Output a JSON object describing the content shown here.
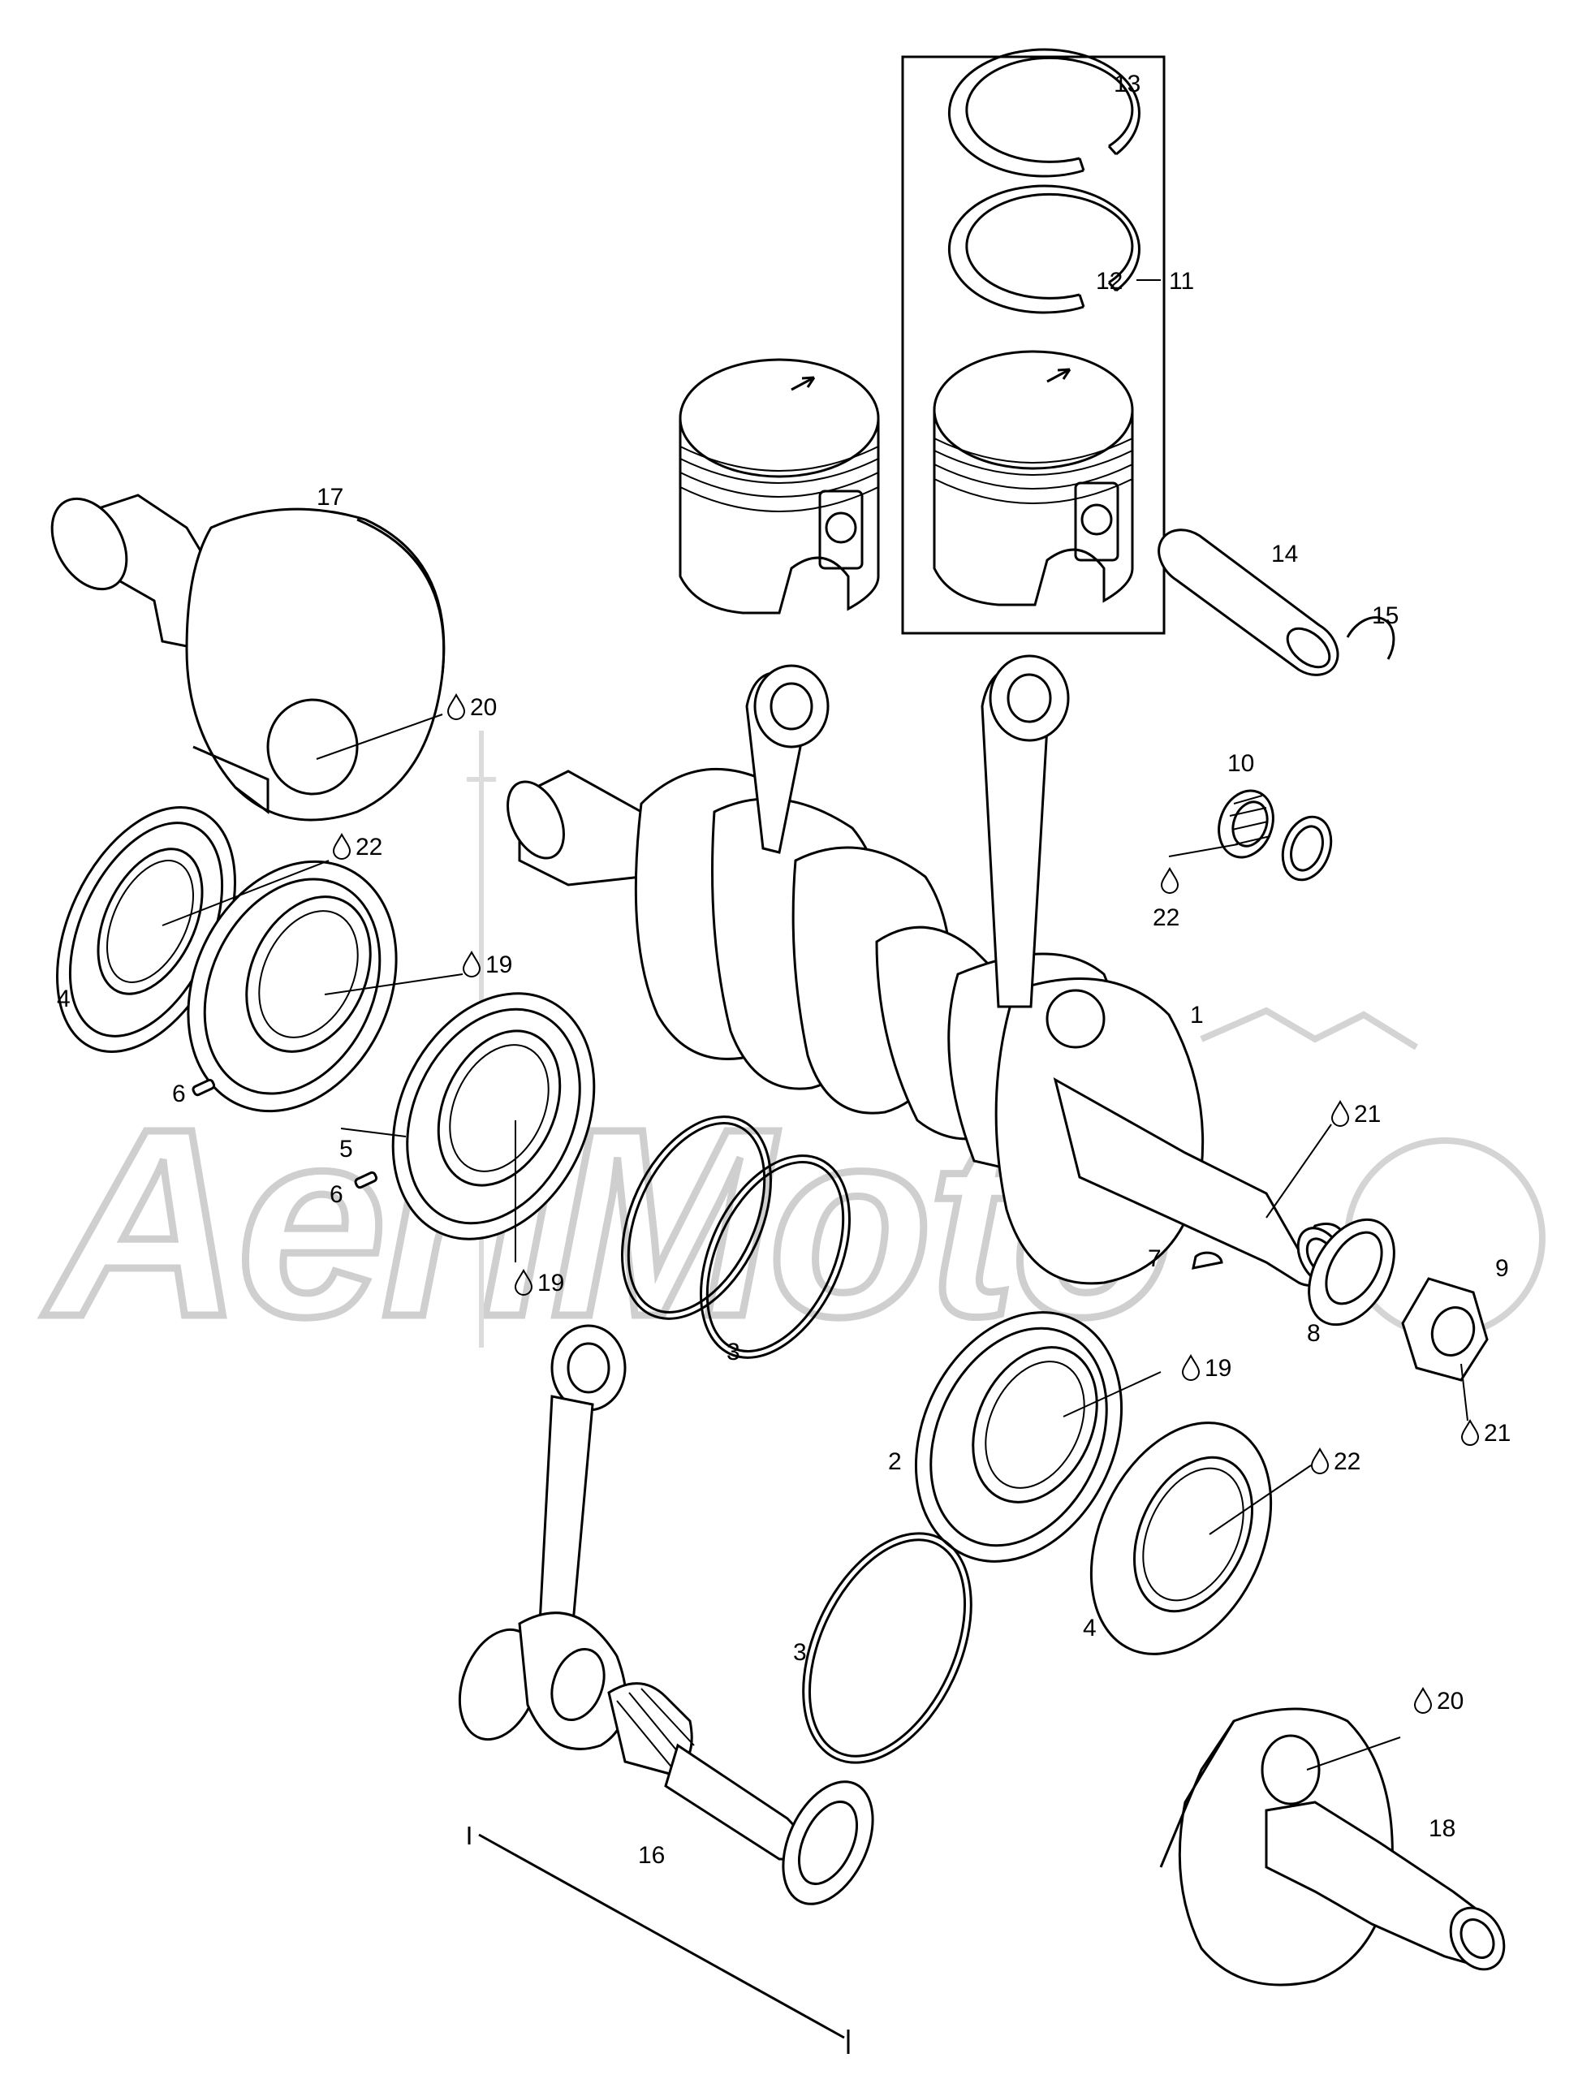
{
  "watermark": "AeriMoto",
  "callouts": [
    {
      "id": "c1",
      "text": "1",
      "oil": false
    },
    {
      "id": "c2",
      "text": "2",
      "oil": false
    },
    {
      "id": "c3a",
      "text": "3",
      "oil": false
    },
    {
      "id": "c3b",
      "text": "3",
      "oil": false
    },
    {
      "id": "c4a",
      "text": "4",
      "oil": false
    },
    {
      "id": "c4b",
      "text": "4",
      "oil": false
    },
    {
      "id": "c5",
      "text": "5",
      "oil": false
    },
    {
      "id": "c6a",
      "text": "6",
      "oil": false
    },
    {
      "id": "c6b",
      "text": "6",
      "oil": false
    },
    {
      "id": "c7",
      "text": "7",
      "oil": false
    },
    {
      "id": "c8",
      "text": "8",
      "oil": false
    },
    {
      "id": "c9",
      "text": "9",
      "oil": false
    },
    {
      "id": "c10",
      "text": "10",
      "oil": false
    },
    {
      "id": "c11",
      "text": "11",
      "oil": false
    },
    {
      "id": "c12",
      "text": "12",
      "oil": false
    },
    {
      "id": "c13",
      "text": "13",
      "oil": false
    },
    {
      "id": "c14",
      "text": "14",
      "oil": false
    },
    {
      "id": "c15",
      "text": "15",
      "oil": false
    },
    {
      "id": "c16",
      "text": "16",
      "oil": false
    },
    {
      "id": "c17",
      "text": "17",
      "oil": false
    },
    {
      "id": "c18",
      "text": "18",
      "oil": false
    },
    {
      "id": "c19a",
      "text": "19",
      "oil": true
    },
    {
      "id": "c19b",
      "text": "19",
      "oil": true
    },
    {
      "id": "c19c",
      "text": "19",
      "oil": true
    },
    {
      "id": "c20a",
      "text": "20",
      "oil": true
    },
    {
      "id": "c20b",
      "text": "20",
      "oil": true
    },
    {
      "id": "c21a",
      "text": "21",
      "oil": true
    },
    {
      "id": "c21b",
      "text": "21",
      "oil": true
    },
    {
      "id": "c22a",
      "text": "22",
      "oil": true
    },
    {
      "id": "c22b",
      "text": "22",
      "oil": true
    },
    {
      "id": "c22c",
      "text": "22",
      "oil": true
    }
  ]
}
